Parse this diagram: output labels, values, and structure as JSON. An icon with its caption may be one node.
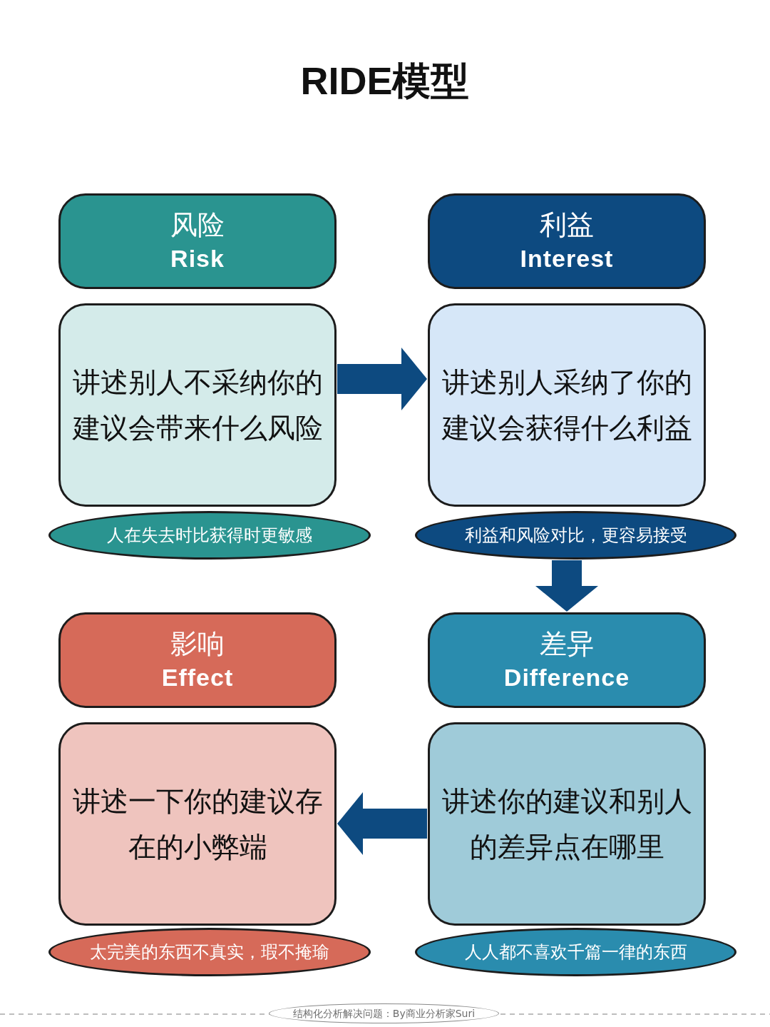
{
  "diagram": {
    "title": "RIDE模型",
    "nodes": [
      {
        "text": [
          "风险",
          "Risk"
        ]
      },
      {
        "text": [
          "讲述别人不采纳你的建议会带来什么风险"
        ]
      },
      {
        "text": [
          "人在失去时比获得时更敏感"
        ]
      },
      {
        "text": [
          "利益",
          "Interest"
        ]
      },
      {
        "text": [
          "讲述别人采纳了你的建议会获得什么利益"
        ]
      },
      {
        "text": [
          "利益和风险对比，更容易接受"
        ]
      },
      {
        "text": [
          "影响",
          "Effect"
        ]
      },
      {
        "text": [
          "讲述一下你的建议存在的小弊端"
        ]
      },
      {
        "text": [
          "太完美的东西不真实，瑕不掩瑜"
        ]
      },
      {
        "text": [
          "差异",
          "Difference"
        ]
      },
      {
        "text": [
          "讲述你的建议和别人的差异点在哪里"
        ]
      },
      {
        "text": [
          "人人都不喜欢千篇一律的东西"
        ]
      },
      {
        "text": [
          "结构化分析解决问题：By商业分析家Suri"
        ]
      }
    ],
    "edges": [
      {
        "from": 1,
        "to": 4,
        "arrow": "to"
      },
      {
        "from": 5,
        "to": 9,
        "arrow": "to"
      },
      {
        "from": 10,
        "to": 7,
        "arrow": "to"
      }
    ]
  }
}
